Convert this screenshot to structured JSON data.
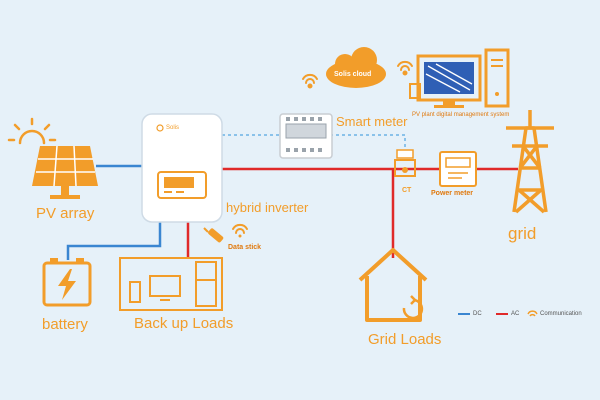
{
  "labels": {
    "cloud": "Solis cloud",
    "inverter_brand": "Solis",
    "smart_meter": "Smart meter",
    "monitoring_system": "PV plant digital management system",
    "pv_array": "PV array",
    "hybrid_inverter": "hybrid inverter",
    "ct": "CT",
    "power_meter": "Power meter",
    "grid": "grid",
    "data_stick": "Data stick",
    "battery": "battery",
    "backup_loads": "Back up Loads",
    "grid_loads": "Grid Loads"
  },
  "legend": {
    "dc": "DC",
    "ac": "AC",
    "communication": "Communication"
  },
  "colors": {
    "background": "#e6f1f9",
    "icon": "#f29d2a",
    "dc_line": "#3a86d1",
    "ac_line": "#e02a2a",
    "comm_line": "#6bb3e6"
  },
  "icons": [
    "sun-icon",
    "solar-panel-icon",
    "inverter-icon",
    "smart-meter-icon",
    "cloud-wifi-icon",
    "monitor-icon",
    "ct-icon",
    "power-meter-icon",
    "pylon-icon",
    "data-stick-icon",
    "battery-icon",
    "backup-loads-icon",
    "house-icon"
  ]
}
